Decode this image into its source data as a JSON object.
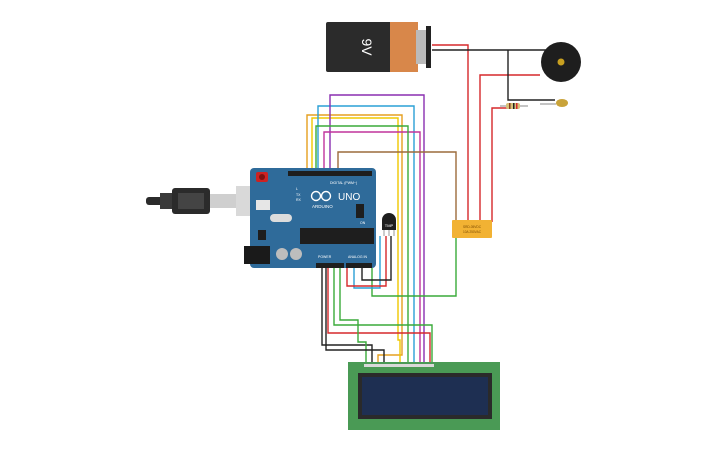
{
  "battery": {
    "label": "9V",
    "body_color": "#2b2b2b",
    "cap_color": "#d8874a"
  },
  "arduino": {
    "brand": "ARDUINO",
    "model": "UNO",
    "board_color": "#2f6b9a",
    "header_label_digital": "DIGITAL (PWM~)",
    "header_label_power": "POWER",
    "header_label_analog": "ANALOG IN",
    "tx_label": "TX",
    "rx_label": "RX",
    "l_label": "L",
    "on_label": "ON"
  },
  "relay": {
    "color": "#f2b233",
    "text1": "SRD-05VDC",
    "text2": "10A 250VAC"
  },
  "sensor": {
    "label": "TMP"
  },
  "lcd": {
    "board_color": "#4a9a55",
    "screen_color": "#1e2f52"
  },
  "wire_colors": {
    "red": "#d6282b",
    "black": "#222222",
    "orange": "#e5a020",
    "yellow": "#f0c800",
    "blue": "#2aa0d6",
    "purple": "#8a2fb0",
    "magenta": "#c0339c",
    "green": "#3aaa3a",
    "brown": "#9c6b3c"
  },
  "icons": [
    "usb-cable-icon",
    "buzzer-icon",
    "led-icon",
    "resistor-icon"
  ]
}
